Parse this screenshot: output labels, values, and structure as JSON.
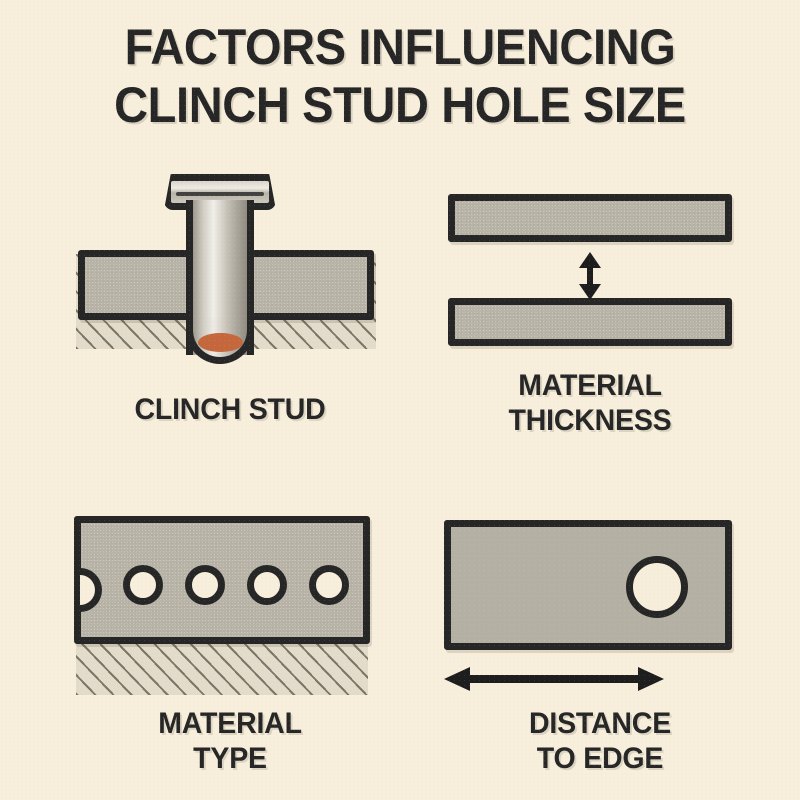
{
  "poster": {
    "background_color": "#f7efdc",
    "ink_color": "#262626",
    "metal_color": "#b5b0a4",
    "accent_color": "#c4673c",
    "title_lines": [
      "FACTORS INFLUENCING",
      "CLINCH STUD HOLE SIZE"
    ]
  },
  "panels": [
    {
      "id": "clinch-stud",
      "caption_lines": [
        "CLINCH STUD"
      ],
      "icon": "clinch-stud-cross-section-icon",
      "elements": {
        "stud_head": "stud-head",
        "stud_shank": "stud-shank",
        "stud_tip_face": "stud-tip-face",
        "top_plate": "hatched-top-plate",
        "substrate": "hatched-substrate"
      }
    },
    {
      "id": "material-thickness",
      "caption_lines": [
        "MATERIAL",
        "THICKNESS"
      ],
      "icon": "two-hatched-bars-with-vertical-arrow-icon",
      "elements": {
        "bar_top": "hatched-bar-top",
        "bar_bottom": "hatched-bar-bottom",
        "measure_arrow": "vertical-double-arrow"
      }
    },
    {
      "id": "material-type",
      "caption_lines": [
        "MATERIAL",
        "TYPE"
      ],
      "icon": "hatched-plate-with-holes-icon",
      "elements": {
        "plate": "hatched-plate",
        "edge_notch": "half-hole-notch",
        "hole_count": 4,
        "substrate": "hatched-substrate"
      }
    },
    {
      "id": "distance-to-edge",
      "caption_lines": [
        "DISTANCE",
        "TO EDGE"
      ],
      "icon": "plate-with-single-hole-icon",
      "elements": {
        "plate": "solid-plate",
        "hole": "single-hole",
        "measure_arrow": "horizontal-double-arrow"
      }
    }
  ]
}
